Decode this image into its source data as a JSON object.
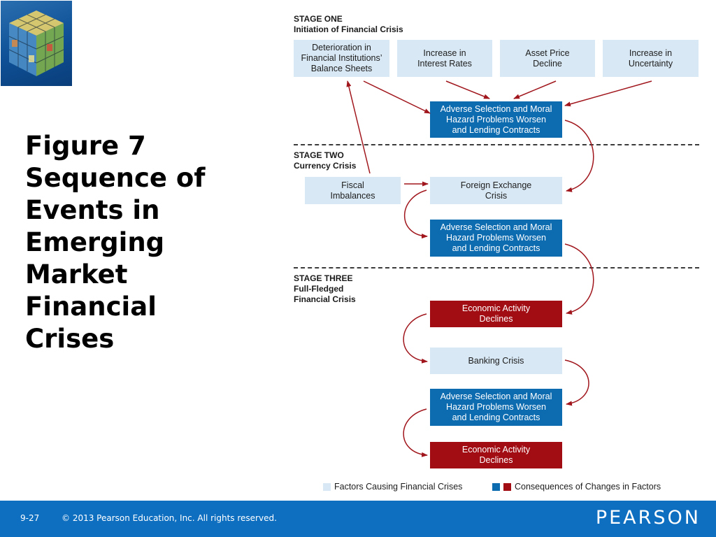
{
  "slide": {
    "title": "Figure 7\nSequence of\nEvents in\nEmerging\nMarket\nFinancial\nCrises"
  },
  "stages": {
    "one": "STAGE ONE\nInitiation of Financial Crisis",
    "two": "STAGE TWO\nCurrency Crisis",
    "three": "STAGE THREE\nFull-Fledged\nFinancial Crisis"
  },
  "boxes": {
    "deterioration": "Deterioration in\nFinancial Institutions’\nBalance Sheets",
    "interest": "Increase in\nInterest Rates",
    "asset": "Asset Price\nDecline",
    "uncertainty": "Increase in\nUncertainty",
    "adverse1": "Adverse Selection and Moral\nHazard Problems Worsen\nand Lending Contracts",
    "fiscal": "Fiscal\nImbalances",
    "forex": "Foreign Exchange\nCrisis",
    "adverse2": "Adverse Selection and Moral\nHazard Problems Worsen\nand Lending Contracts",
    "economic1": "Economic Activity\nDeclines",
    "banking": "Banking Crisis",
    "adverse3": "Adverse Selection and Moral\nHazard Problems Worsen\nand Lending Contracts",
    "economic2": "Economic Activity\nDeclines"
  },
  "legend": {
    "factors": "Factors Causing Financial Crises",
    "consequences": "Consequences of Changes in Factors"
  },
  "colors": {
    "factor_light": "#d8e8f4",
    "consequence_blue": "#0d6bb0",
    "consequence_red": "#a20d13",
    "arrow": "#a0161c",
    "footer": "#0e6fc1"
  },
  "footer": {
    "page": "9-27",
    "copyright": "© 2013 Pearson Education, Inc. All rights reserved.",
    "brand": "PEARSON"
  }
}
